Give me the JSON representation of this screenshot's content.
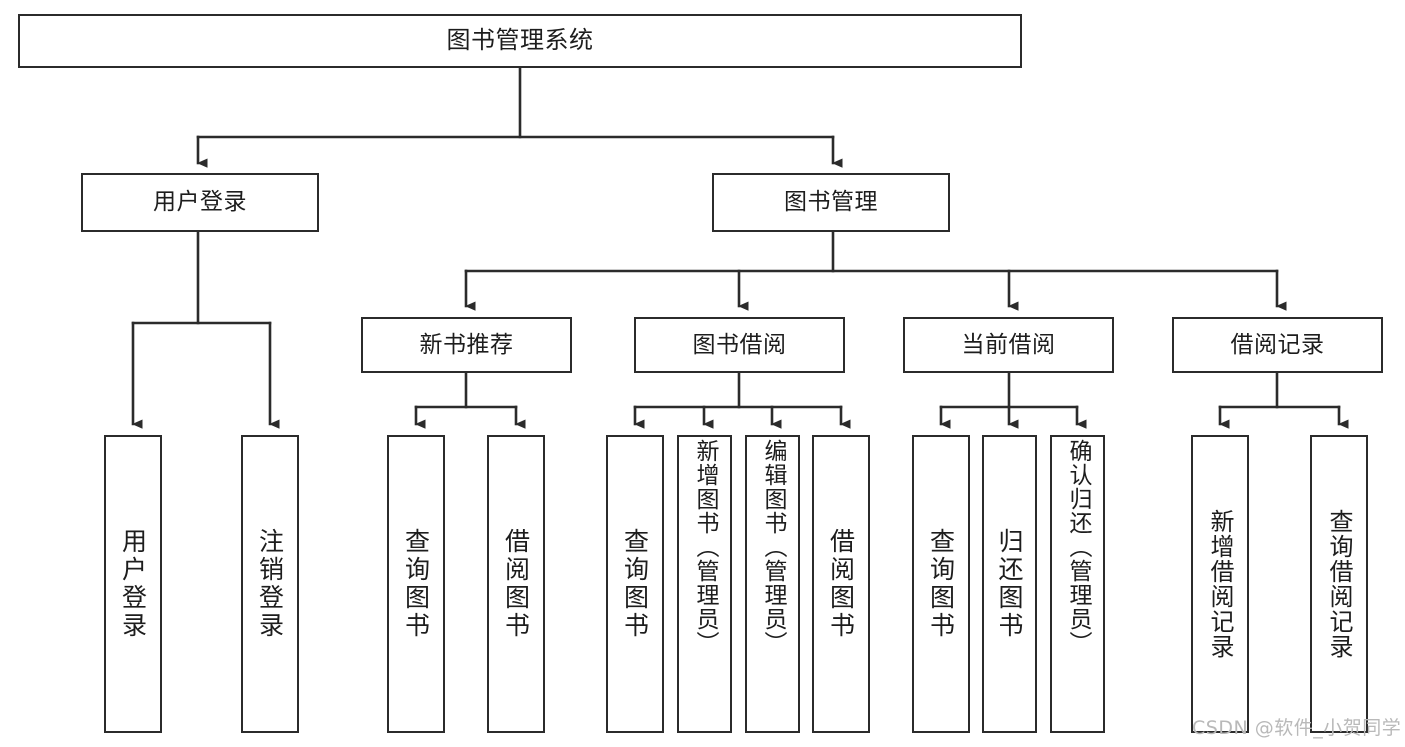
{
  "diagram": {
    "title": "图书管理系统",
    "type": "functional-structure-tree",
    "stroke_color": "#2b2b2b",
    "fill_color": "#ffffff",
    "background": "#ffffff",
    "text_color": "#1d1d1d"
  },
  "nodes": {
    "root": {
      "label": "图书管理系统"
    },
    "level2": [
      {
        "id": "user-login",
        "label": "用户登录"
      },
      {
        "id": "book-manage",
        "label": "图书管理"
      }
    ],
    "level3": [
      {
        "id": "new-book-recommend",
        "label": "新书推荐"
      },
      {
        "id": "book-borrow",
        "label": "图书借阅"
      },
      {
        "id": "current-borrow",
        "label": "当前借阅"
      },
      {
        "id": "borrow-record",
        "label": "借阅记录"
      }
    ],
    "leaves": {
      "user_login": [
        {
          "id": "leaf-user-login",
          "label": "用户登录"
        },
        {
          "id": "leaf-logout",
          "label": "注销登录"
        }
      ],
      "new_book_recommend": [
        {
          "id": "leaf-query-book-1",
          "label": "查询图书"
        },
        {
          "id": "leaf-borrow-book-1",
          "label": "借阅图书"
        }
      ],
      "book_borrow": [
        {
          "id": "leaf-query-book-2",
          "label": "查询图书"
        },
        {
          "id": "leaf-add-book",
          "label": "新增图书（管理员）"
        },
        {
          "id": "leaf-edit-book",
          "label": "编辑图书（管理员）"
        },
        {
          "id": "leaf-borrow-book-2",
          "label": "借阅图书"
        }
      ],
      "current_borrow": [
        {
          "id": "leaf-query-book-3",
          "label": "查询图书"
        },
        {
          "id": "leaf-return-book",
          "label": "归还图书"
        },
        {
          "id": "leaf-confirm-return",
          "label": "确认归还（管理员）"
        }
      ],
      "borrow_record": [
        {
          "id": "leaf-add-record",
          "label": "新增借阅记录"
        },
        {
          "id": "leaf-query-record",
          "label": "查询借阅记录"
        }
      ]
    }
  },
  "watermark": {
    "text": "CSDN @软件_小贺同学"
  }
}
